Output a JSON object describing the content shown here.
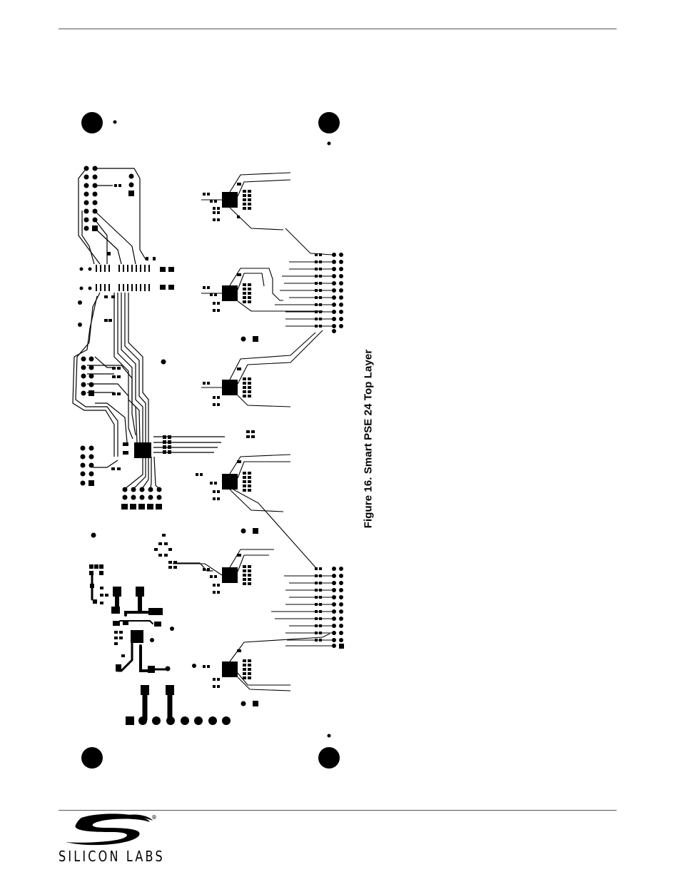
{
  "figure": {
    "caption": "Figure 16. Smart PSE 24 Top Layer"
  },
  "footer": {
    "logo_text": "SILICON LABS",
    "logo_mark": "silicon-labs-logo",
    "registered_mark": "®"
  },
  "colors": {
    "ink": "#000000",
    "rule": "#555555",
    "background": "#ffffff"
  }
}
